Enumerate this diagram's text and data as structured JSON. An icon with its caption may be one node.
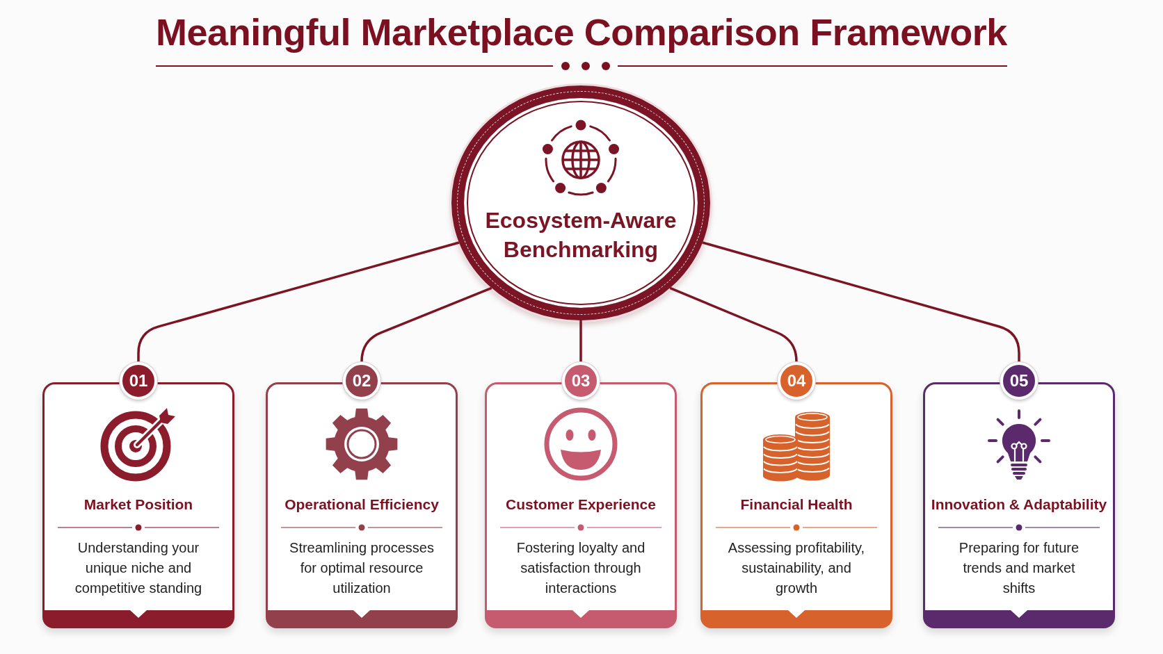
{
  "diagram": {
    "title": "Meaningful Marketplace Comparison Framework",
    "nodes": [
      {
        "text": [
          "Ecosystem-Aware Benchmarking"
        ]
      },
      {
        "text": [
          "01"
        ]
      },
      {
        "text": [
          "Market Position",
          "Understanding your unique niche and competitive standing"
        ]
      },
      {
        "text": [
          "02"
        ]
      },
      {
        "text": [
          "Operational Efficiency",
          "Streamlining processes for optimal resource utilization"
        ]
      },
      {
        "text": [
          "03"
        ]
      },
      {
        "text": [
          "Customer Experience",
          "Fostering loyalty and satisfaction through interactions"
        ]
      },
      {
        "text": [
          "04"
        ]
      },
      {
        "text": [
          "Financial Health",
          "Assessing profitability, sustainability, and growth"
        ]
      },
      {
        "text": [
          "05"
        ]
      },
      {
        "text": [
          "Innovation & Adaptability",
          "Preparing for future trends and market shifts"
        ]
      }
    ],
    "edges": [
      {
        "from": 0,
        "to": 1,
        "arrow": "none"
      },
      {
        "from": 0,
        "to": 3,
        "arrow": "none"
      },
      {
        "from": 0,
        "to": 5,
        "arrow": "none"
      },
      {
        "from": 0,
        "to": 7,
        "arrow": "none"
      },
      {
        "from": 0,
        "to": 9,
        "arrow": "none"
      }
    ]
  }
}
